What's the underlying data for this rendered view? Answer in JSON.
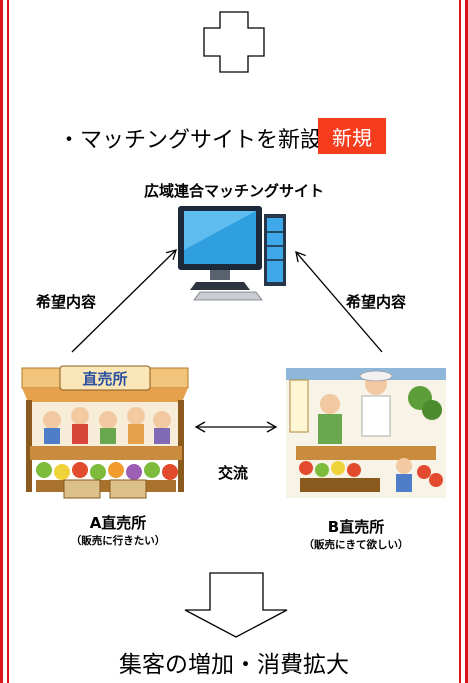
{
  "heading": {
    "text": "・マッチングサイトを新設"
  },
  "badge": {
    "text": "新規",
    "color": "#f53c1c"
  },
  "site": {
    "title": "広域連合マッチングサイト"
  },
  "requests": {
    "left": "希望内容",
    "right": "希望内容"
  },
  "exchange": {
    "label": "交流"
  },
  "store_a": {
    "name": "A直売所",
    "note": "（販売に行きたい）",
    "sign": "直売所"
  },
  "store_b": {
    "name": "B直売所",
    "note": "（販売にきて欲しい）"
  },
  "outcome": {
    "text": "集客の増加・消費拡大"
  },
  "colors": {
    "frame": "#d9141b",
    "accent": "#f53c1c"
  }
}
